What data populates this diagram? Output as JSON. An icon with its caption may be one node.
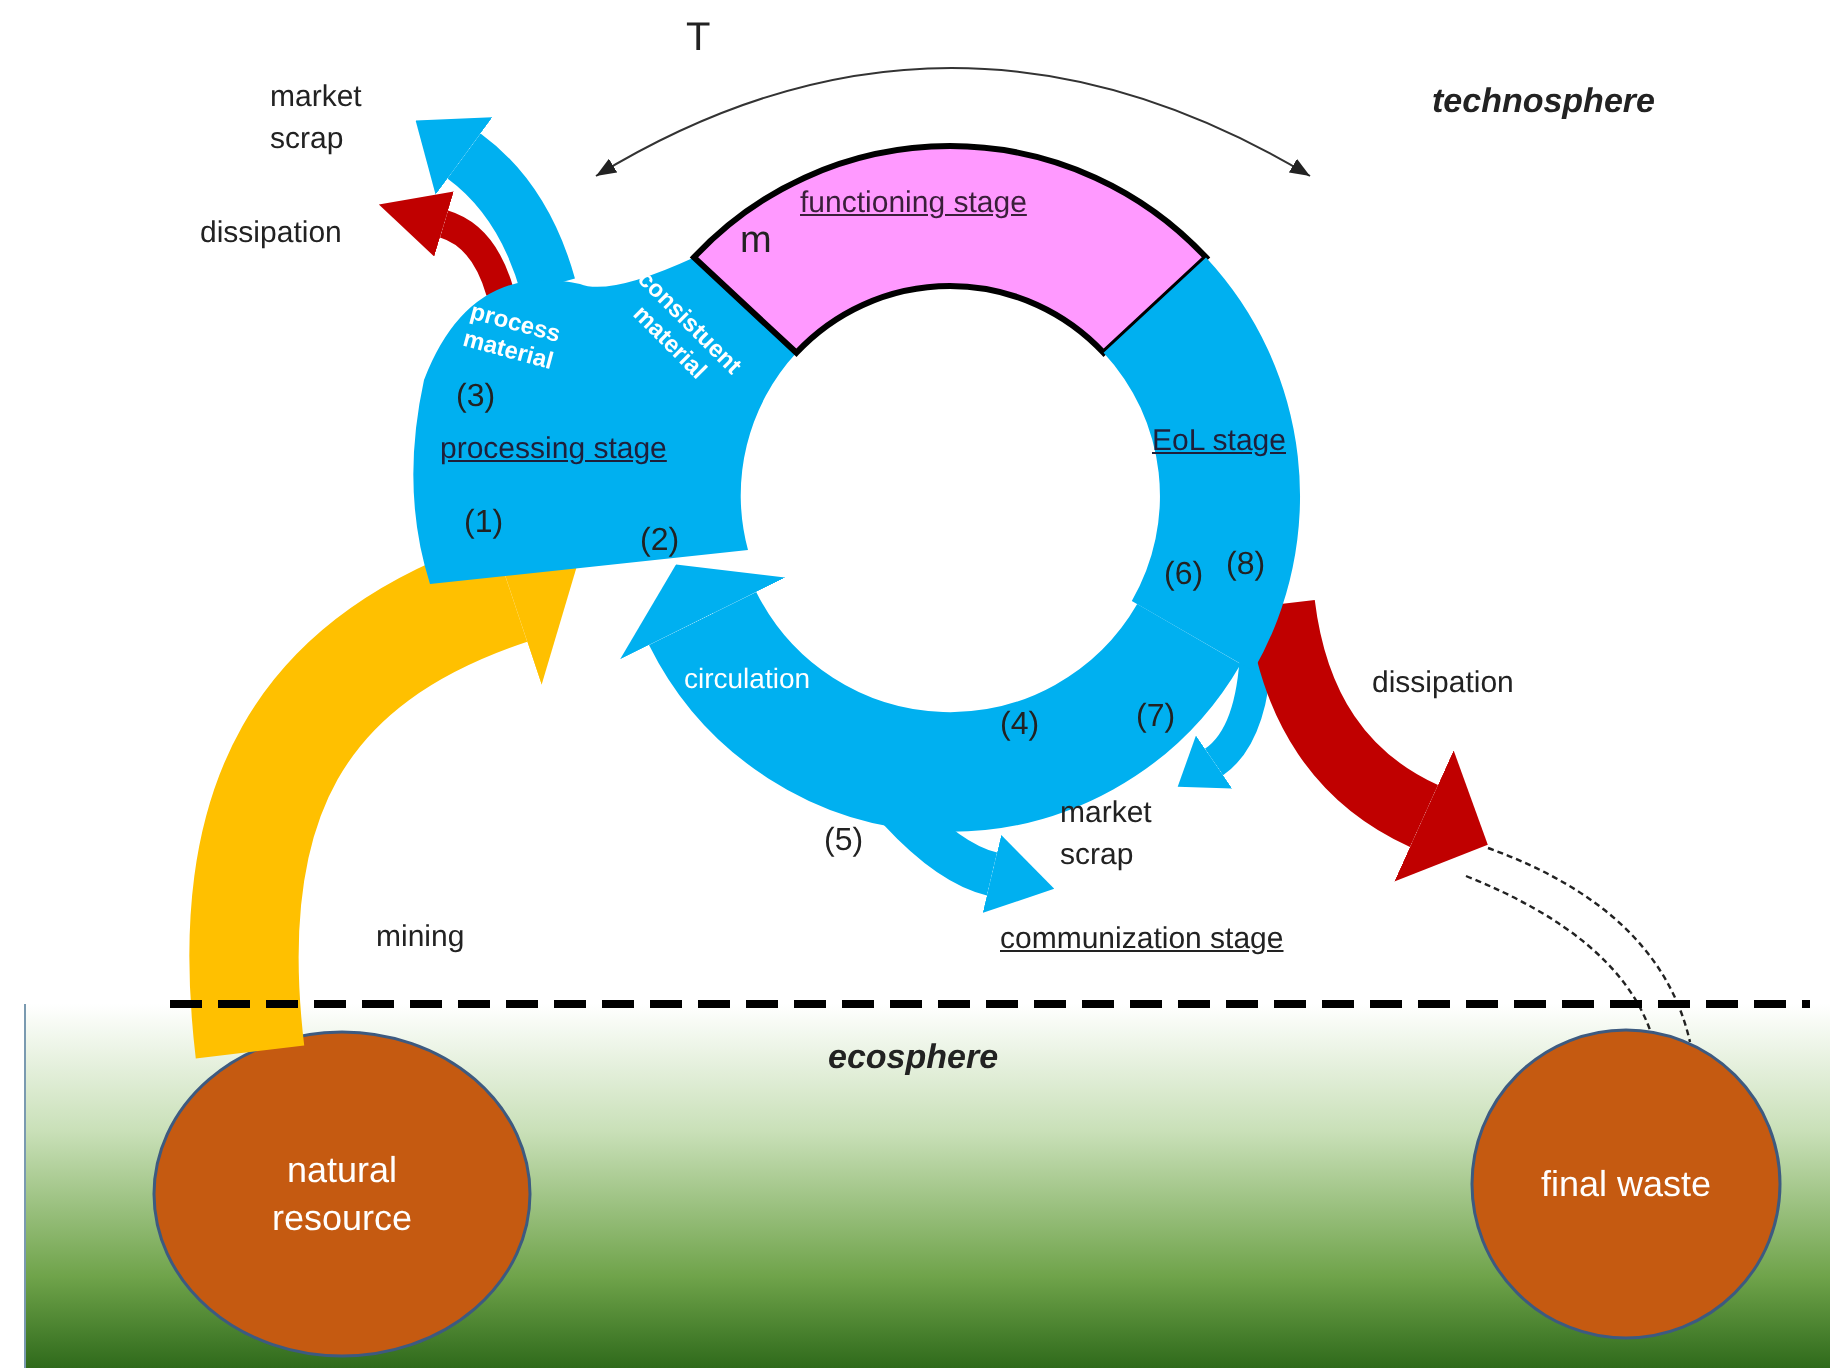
{
  "diagram": {
    "nodes": [
      {
        "text": [
          "processing stage"
        ]
      },
      {
        "text": [
          "functioning stage"
        ]
      },
      {
        "text": [
          "EoL stage"
        ]
      },
      {
        "text": [
          "market scrap"
        ]
      },
      {
        "text": [
          "dissipation"
        ]
      },
      {
        "text": [
          "market scrap"
        ]
      },
      {
        "text": [
          "ecosphere"
        ]
      },
      {
        "text": [
          "natural resource"
        ],
        "in": 6
      },
      {
        "text": [
          "final waste"
        ],
        "in": 6
      }
    ],
    "edges": [
      {
        "from": 0,
        "to": 3,
        "arrow": "to"
      },
      {
        "from": 0,
        "to": 4,
        "arrow": "to",
        "color": "#c00000"
      },
      {
        "from": 2,
        "to": 0,
        "arrow": "to",
        "label": "circulation",
        "style": "thick"
      },
      {
        "from": null,
        "to": 5,
        "arrow": "to"
      },
      {
        "from": 2,
        "to": 5,
        "arrow": "to"
      },
      {
        "from": 7,
        "to": 0,
        "arrow": "to",
        "label": "mining",
        "style": "thick",
        "color": "#ffc000"
      },
      {
        "from": 2,
        "to": null,
        "arrow": "to",
        "label": "dissipation",
        "color": "#c00000"
      }
    ],
    "labels": [
      "T",
      "technosphere",
      "m",
      "consistuent material",
      "process material",
      "(3)",
      "(1)",
      "(2)",
      "(6)",
      "(8)",
      "(7)",
      "(4)",
      "(5)",
      "communization stage"
    ]
  }
}
